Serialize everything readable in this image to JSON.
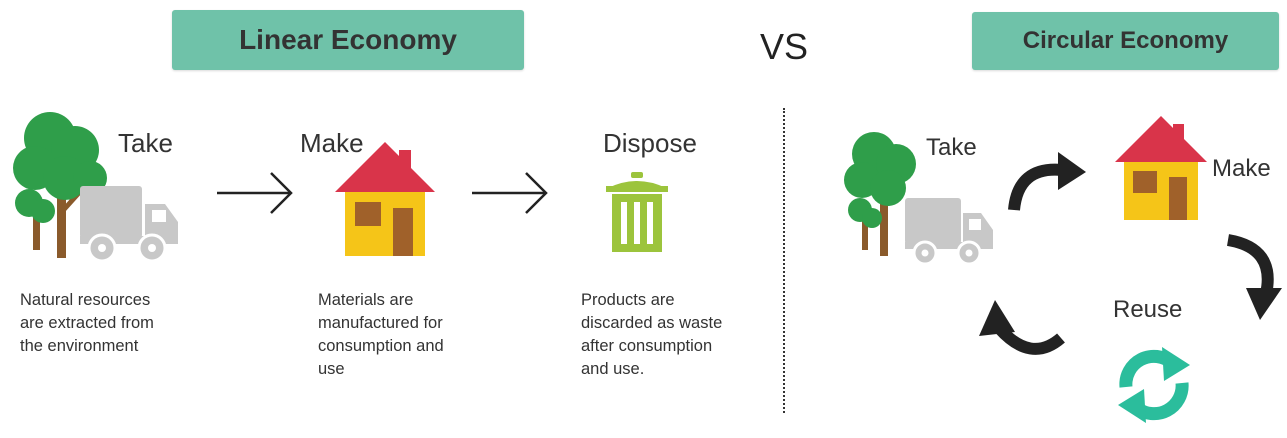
{
  "vs_label": "VS",
  "linear": {
    "title": "Linear Economy",
    "steps": [
      {
        "label": "Take",
        "caption_lines": [
          "Natural resources",
          "are extracted from",
          "the environment"
        ]
      },
      {
        "label": "Make",
        "caption_lines": [
          "Materials are",
          "manufactured for",
          "consumption and",
          "use"
        ]
      },
      {
        "label": "Dispose",
        "caption_lines": [
          "Products are",
          "discarded as waste",
          "after consumption",
          "and use."
        ]
      }
    ]
  },
  "circular": {
    "title": "Circular Economy",
    "steps": [
      {
        "label": "Take"
      },
      {
        "label": "Make"
      },
      {
        "label": "Reuse"
      }
    ]
  },
  "colors": {
    "banner": "#6fc2a9",
    "tree": "#2f9e4a",
    "trunk": "#8a5a2b",
    "truck": "#c8c8c8",
    "roof": "#d9344a",
    "house_wall": "#f5c518",
    "house_door": "#a0612a",
    "bin": "#9cc43c",
    "reuse": "#2bbd9c",
    "cycle_arrow": "#222222"
  },
  "icons": [
    "tree-icon",
    "truck-icon",
    "arrow-right-icon",
    "house-icon",
    "trash-bin-icon",
    "curved-arrow-icon",
    "recycle-icon"
  ]
}
